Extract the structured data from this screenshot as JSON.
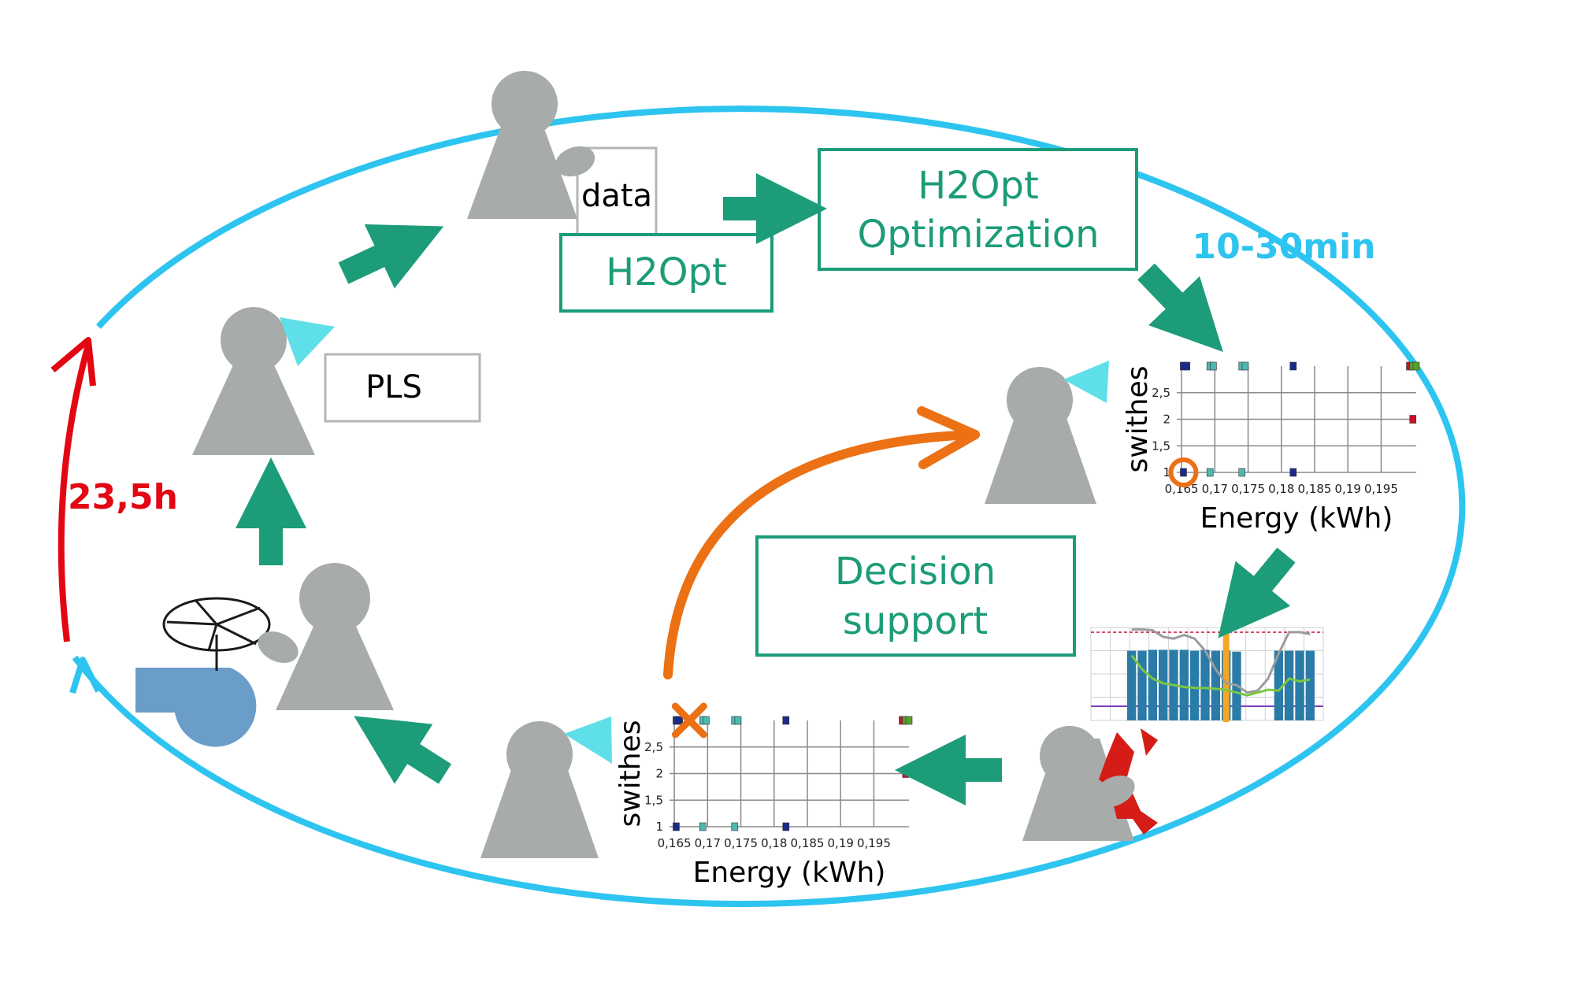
{
  "colors": {
    "cycle_blue": "#2EC4F0",
    "alert_red": "#E30613",
    "teal": "#1C9C78",
    "orange": "#EC7014",
    "person_gray": "#A7ABAA",
    "speech_cyan": "#5FE0E8",
    "pump_blue": "#6B9DC9",
    "tool_red": "#D51C17",
    "chart_bar": "#2A7BA8",
    "chart_green": "#7BC743",
    "chart_gray": "#9C9C9C"
  },
  "labels": {
    "data": "data",
    "pls": "PLS",
    "h2opt": "H2Opt",
    "optimization_line1": "H2Opt",
    "optimization_line2": "Optimization",
    "decision_line1": "Decision",
    "decision_line2": "support",
    "time_fast": "10-30min",
    "time_slow": "23,5h"
  },
  "icons": [
    "person-icon",
    "valve-icon",
    "pump-icon",
    "wrench-icon",
    "speech-bubble-icon",
    "document-icon",
    "cross-icon"
  ],
  "chart_data": [
    {
      "type": "scatter",
      "ylabel": "swithes",
      "xlabel": "Energy (kWh)",
      "xticks": [
        "0,165",
        "0,17",
        "0,175",
        "0,18",
        "0,185",
        "0,19",
        "0,195"
      ],
      "yticks": [
        "1",
        "1,5",
        "2",
        "2,5"
      ],
      "xlim": [
        0.16,
        0.196
      ],
      "ylim": [
        1,
        3
      ],
      "highlight": "orange-circle",
      "points": [
        {
          "x": 0.161,
          "y": 1,
          "color": "#1B2A8A"
        },
        {
          "x": 0.165,
          "y": 1,
          "color": "#4FB8B0"
        },
        {
          "x": 0.1698,
          "y": 1,
          "color": "#4FB8B0"
        },
        {
          "x": 0.1775,
          "y": 1,
          "color": "#1B2A8A"
        },
        {
          "x": 0.1955,
          "y": 2,
          "color": "#C8102E"
        },
        {
          "x": 0.161,
          "y": 3,
          "color": "#1B2A8A"
        },
        {
          "x": 0.1615,
          "y": 3,
          "color": "#1B2A8A"
        },
        {
          "x": 0.165,
          "y": 3,
          "color": "#4FB8B0"
        },
        {
          "x": 0.1655,
          "y": 3,
          "color": "#4FB8B0"
        },
        {
          "x": 0.1698,
          "y": 3,
          "color": "#4FB8B0"
        },
        {
          "x": 0.1703,
          "y": 3,
          "color": "#4FB8B0"
        },
        {
          "x": 0.1775,
          "y": 3,
          "color": "#1B2A8A"
        },
        {
          "x": 0.195,
          "y": 3,
          "color": "#C8102E"
        },
        {
          "x": 0.1955,
          "y": 3,
          "color": "#5AA02C"
        },
        {
          "x": 0.196,
          "y": 3,
          "color": "#5AA02C"
        }
      ]
    },
    {
      "type": "scatter",
      "ylabel": "swithes",
      "xlabel": "Energy (kWh)",
      "xticks": [
        "0,165",
        "0,17",
        "0,175",
        "0,18",
        "0,185",
        "0,19",
        "0,195"
      ],
      "yticks": [
        "1",
        "1,5",
        "2",
        "2,5"
      ],
      "xlim": [
        0.16,
        0.196
      ],
      "ylim": [
        1,
        3
      ],
      "highlight": "orange-cross",
      "points": [
        {
          "x": 0.161,
          "y": 1,
          "color": "#1B2A8A"
        },
        {
          "x": 0.165,
          "y": 1,
          "color": "#4FB8B0"
        },
        {
          "x": 0.1698,
          "y": 1,
          "color": "#4FB8B0"
        },
        {
          "x": 0.1775,
          "y": 1,
          "color": "#1B2A8A"
        },
        {
          "x": 0.1955,
          "y": 2,
          "color": "#C8102E"
        },
        {
          "x": 0.161,
          "y": 3,
          "color": "#1B2A8A"
        },
        {
          "x": 0.1615,
          "y": 3,
          "color": "#1B2A8A"
        },
        {
          "x": 0.165,
          "y": 3,
          "color": "#4FB8B0"
        },
        {
          "x": 0.1655,
          "y": 3,
          "color": "#4FB8B0"
        },
        {
          "x": 0.1698,
          "y": 3,
          "color": "#4FB8B0"
        },
        {
          "x": 0.1703,
          "y": 3,
          "color": "#4FB8B0"
        },
        {
          "x": 0.1775,
          "y": 3,
          "color": "#1B2A8A"
        },
        {
          "x": 0.195,
          "y": 3,
          "color": "#C8102E"
        },
        {
          "x": 0.1955,
          "y": 3,
          "color": "#5AA02C"
        },
        {
          "x": 0.196,
          "y": 3,
          "color": "#5AA02C"
        }
      ]
    },
    {
      "type": "bar",
      "bars": [
        0.75,
        0.75,
        0.76,
        0.76,
        0.76,
        0.76,
        0.75,
        0.76,
        0.75,
        0.75,
        0.74,
        0.0,
        0.0,
        0.0,
        0.75,
        0.75,
        0.75,
        0.75
      ],
      "gray_line": [
        0.98,
        0.98,
        0.97,
        0.9,
        0.88,
        0.92,
        0.88,
        0.75,
        0.55,
        0.4,
        0.38,
        0.3,
        0.32,
        0.45,
        0.72,
        0.95,
        0.95,
        0.93
      ],
      "green_line": [
        0.7,
        0.55,
        0.45,
        0.4,
        0.38,
        0.36,
        0.35,
        0.35,
        0.34,
        0.33,
        0.3,
        0.27,
        0.3,
        0.33,
        0.32,
        0.45,
        0.42,
        0.44
      ],
      "marker_index": 9
    }
  ]
}
